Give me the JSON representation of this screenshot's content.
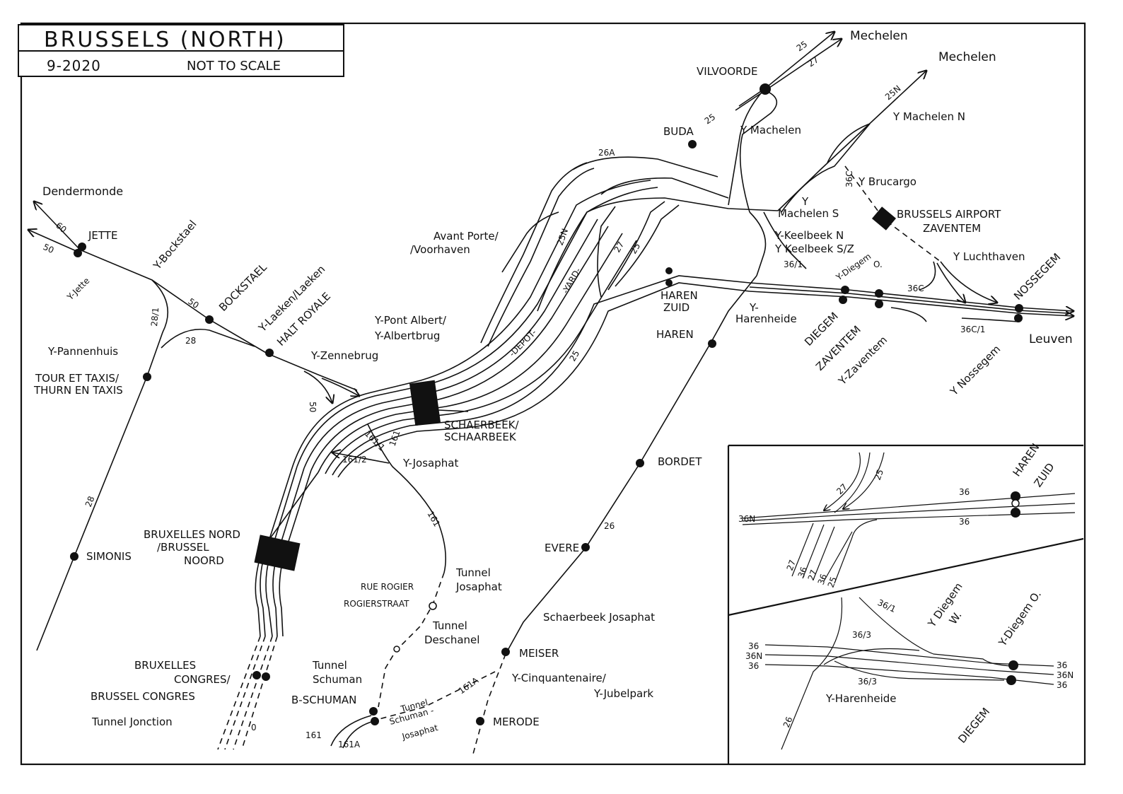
{
  "title": "BRUSSELS (NORTH)",
  "date": "9-2020",
  "scale_note": "NOT TO SCALE",
  "destinations": {
    "mechelen_1": "Mechelen",
    "mechelen_2": "Mechelen",
    "dendermonde": "Dendermonde",
    "leuven": "Leuven"
  },
  "stations": {
    "jette": "JETTE",
    "bockstael": "BOCKSTAEL",
    "halt_royale": "HALT ROYALE",
    "tour_taxis_1": "TOUR ET TAXIS/",
    "tour_taxis_2": "THURN EN TAXIS",
    "simonis": "SIMONIS",
    "bxl_nord_1": "BRUXELLES NORD",
    "bxl_nord_2": "/BRUSSEL",
    "bxl_nord_3": "NOORD",
    "congres_1": "BRUXELLES",
    "congres_2": "CONGRES/",
    "congres_3": "BRUSSEL CONGRES",
    "schaerbeek_1": "SCHAERBEEK/",
    "schaerbeek_2": "SCHAARBEEK",
    "rue_rogier": "RUE ROGIER",
    "rogierstraat": "ROGIERSTRAAT",
    "b_schuman": "B-SCHUMAN",
    "merode": "MERODE",
    "meiser": "MEISER",
    "evere": "EVERE",
    "bordet": "BORDET",
    "haren": "HAREN",
    "haren_zuid_1": "HAREN",
    "haren_zuid_2": "ZUID",
    "buda": "BUDA",
    "vilvoorde": "VILVOORDE",
    "diegem": "DIEGEM",
    "zaventem": "ZAVENTEM",
    "airport_1": "BRUSSELS AIRPORT",
    "airport_2": "ZAVENTEM",
    "nossegem": "NOSSEGEM"
  },
  "junctions": {
    "y_jette": "Y-Jette",
    "y_bockstael": "Y-Bockstael",
    "y_laeken": "Y-Laeken/Laeken",
    "y_pannenhuis": "Y-Pannenhuis",
    "y_zennebrug": "Y-Zennebrug",
    "y_pont_albert_1": "Y-Pont Albert/",
    "y_pont_albert_2": "Y-Albertbrug",
    "avant_porte_1": "Avant Porte/",
    "avant_porte_2": "/Voorhaven",
    "y_josaphat": "Y-Josaphat",
    "tunnel_josaphat_1": "Tunnel",
    "tunnel_josaphat_2": "Josaphat",
    "tunnel_deschanel_1": "Tunnel",
    "tunnel_deschanel_2": "Deschanel",
    "tunnel_schuman_1": "Tunnel",
    "tunnel_schuman_2": "Schuman",
    "tunnel_schuman_jos_1": "Tunnel",
    "tunnel_schuman_jos_2": "Schuman -",
    "tunnel_schuman_jos_3": "Josaphat",
    "tunnel_jonction": "Tunnel Jonction",
    "schaerbeek_josaphat": "Schaerbeek Josaphat",
    "y_cinquantenaire_1": "Y-Cinquantenaire/",
    "y_cinquantenaire_2": "Y-Jubelpark",
    "y_machelen": "Y Machelen",
    "y_machelen_n": "Y Machelen N",
    "y_brucargo": "Y Brucargo",
    "y_machelen_s_1": "Y",
    "y_machelen_s_2": "Machelen S",
    "y_keelbeek_n": "Y-Keelbeek N",
    "y_keelbeek_s": "Y Keelbeek S/Z",
    "y_diegem_o_1": "Y-Diegem",
    "y_diegem_o_2": "O.",
    "y_harenheide_1": "Y-",
    "y_harenheide_2": "Harenheide",
    "y_luchthaven": "Y Luchthaven",
    "y_zaventem": "Y-Zaventem",
    "y_nossegem": "Y Nossegem",
    "depot": "-DEPOT-",
    "yard": "-YARD-"
  },
  "line_numbers": {
    "l60": "60",
    "l50a": "50",
    "l50b": "50",
    "l50c": "50",
    "l28a": "28",
    "l28b": "28",
    "l28_1": "28/1",
    "l26a": "26A",
    "l25a": "25",
    "l25b": "25",
    "l25c": "25",
    "l25d": "25",
    "l27a": "27",
    "l27b": "27",
    "l25n_a": "25N",
    "l25n_b": "25N",
    "l36c_a": "36C",
    "l36c_b": "36C",
    "l36c_1": "36C/1",
    "l36_1": "36/1",
    "l161a": "161",
    "l161b": "161",
    "l161c": "161",
    "l161_1": "161/1",
    "l161_2": "161/2",
    "l161a_a": "161A",
    "l161a_b": "161A",
    "l26": "26",
    "l0": "0"
  },
  "inset_top": {
    "haren_zuid_1": "HAREN",
    "haren_zuid_2": "ZUID",
    "l27a": "27",
    "l25": "25",
    "l36a": "36",
    "l36b": "36",
    "l36n": "36N",
    "b27a": "27",
    "b36a": "36",
    "b27b": "27",
    "b36b": "36",
    "b25": "25"
  },
  "inset_bottom": {
    "l36_1": "36/1",
    "y_diegem_w_1": "Y Diegem",
    "y_diegem_w_2": "W.",
    "y_diegem_o": "Y-Diegem O.",
    "l36_3a": "36/3",
    "l36_3b": "36/3",
    "y_harenheide": "Y-Harenheide",
    "l26": "26",
    "diegem": "DIEGEM",
    "left_36a": "36",
    "left_36n": "36N",
    "left_36b": "36",
    "right_36a": "36",
    "right_36n": "36N",
    "right_36b": "36"
  }
}
